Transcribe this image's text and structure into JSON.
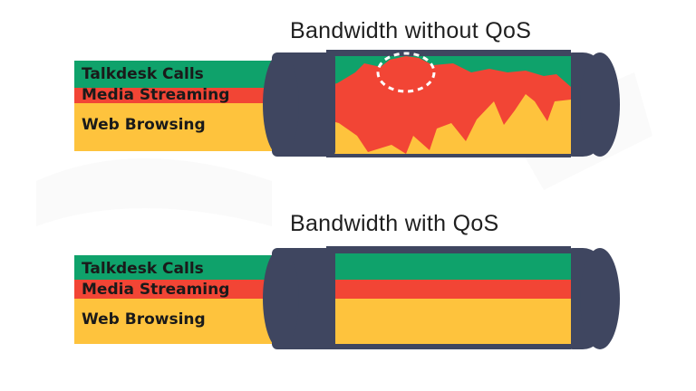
{
  "panels": {
    "without_qos": {
      "title": "Bandwidth without QoS",
      "labels": [
        "Talkdesk Calls",
        "Media Streaming",
        "Web Browsing"
      ]
    },
    "with_qos": {
      "title": "Bandwidth with QoS",
      "labels": [
        "Talkdesk Calls",
        "Media Streaming",
        "Web Browsing"
      ]
    }
  },
  "colors": {
    "talkdesk_calls": "#0fa26b",
    "media_streaming": "#f24535",
    "web_browsing": "#fec33d",
    "cable_jacket": "#3f4660",
    "highlight_ring": "#ffffff"
  }
}
